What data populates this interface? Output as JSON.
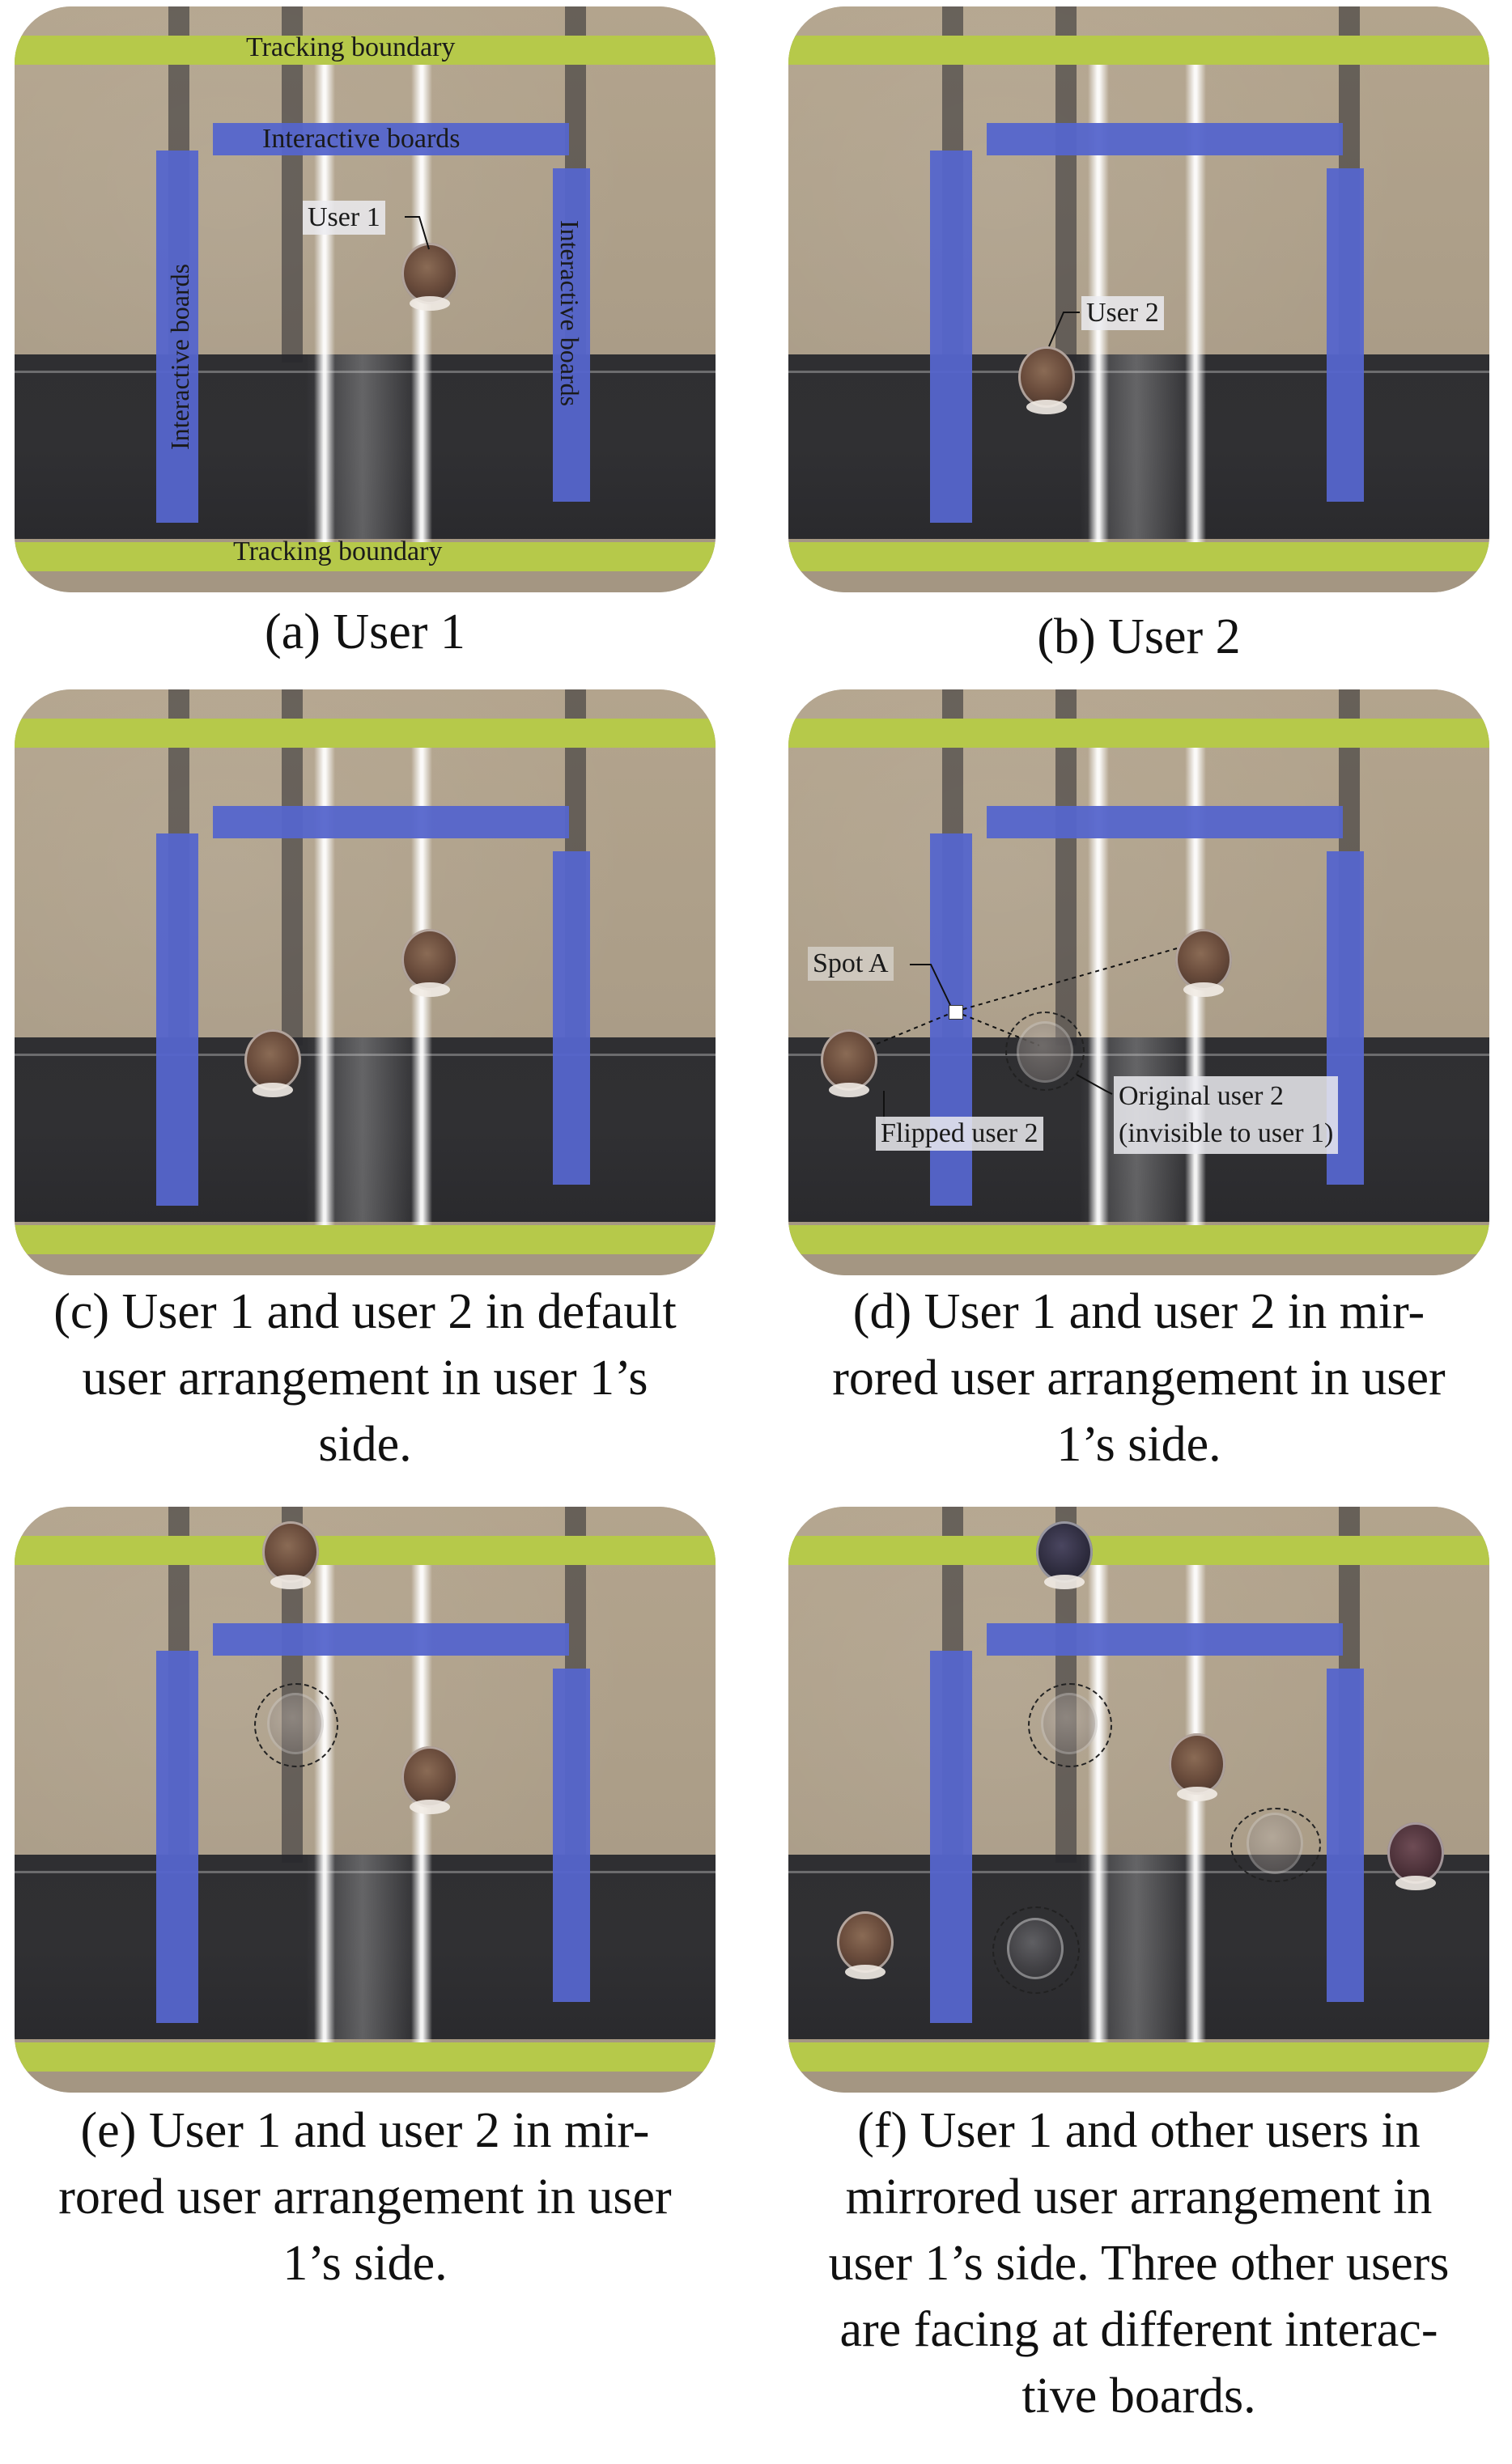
{
  "labels": {
    "tracking_boundary_top": "Tracking boundary",
    "tracking_boundary_bottom": "Tracking boundary",
    "interactive_boards_top": "Interactive boards",
    "interactive_boards_left": "Interactive boards",
    "interactive_boards_right": "Interactive boards",
    "user1": "User 1",
    "user2": "User 2",
    "spot_a": "Spot A",
    "flipped_user2": "Flipped user 2",
    "original_user2_line1": "Original user 2",
    "original_user2_line2": "(invisible to user 1)"
  },
  "captions": {
    "a": "(a) User 1",
    "b": "(b) User 2",
    "c_1": "(c) User 1 and user 2 in default",
    "c_2": "user arrangement in user 1’s",
    "c_3": "side.",
    "d_1": "(d) User 1 and user 2 in mir-",
    "d_2": "rored user arrangement in user",
    "d_3": "1’s side.",
    "e_1": "(e) User 1 and user 2 in mir-",
    "e_2": "rored user arrangement in user",
    "e_3": "1’s side.",
    "f_1": "(f) User 1 and other users in",
    "f_2": "mirrored user arrangement in",
    "f_3": "user 1’s side. Three other users",
    "f_4": "are facing at different interac-",
    "f_5": "tive boards."
  },
  "colors": {
    "board": "#5565cc",
    "tracking_boundary": "#b6c94a",
    "floor": "#ad9f89",
    "shadow_band": "#2f2f32"
  }
}
